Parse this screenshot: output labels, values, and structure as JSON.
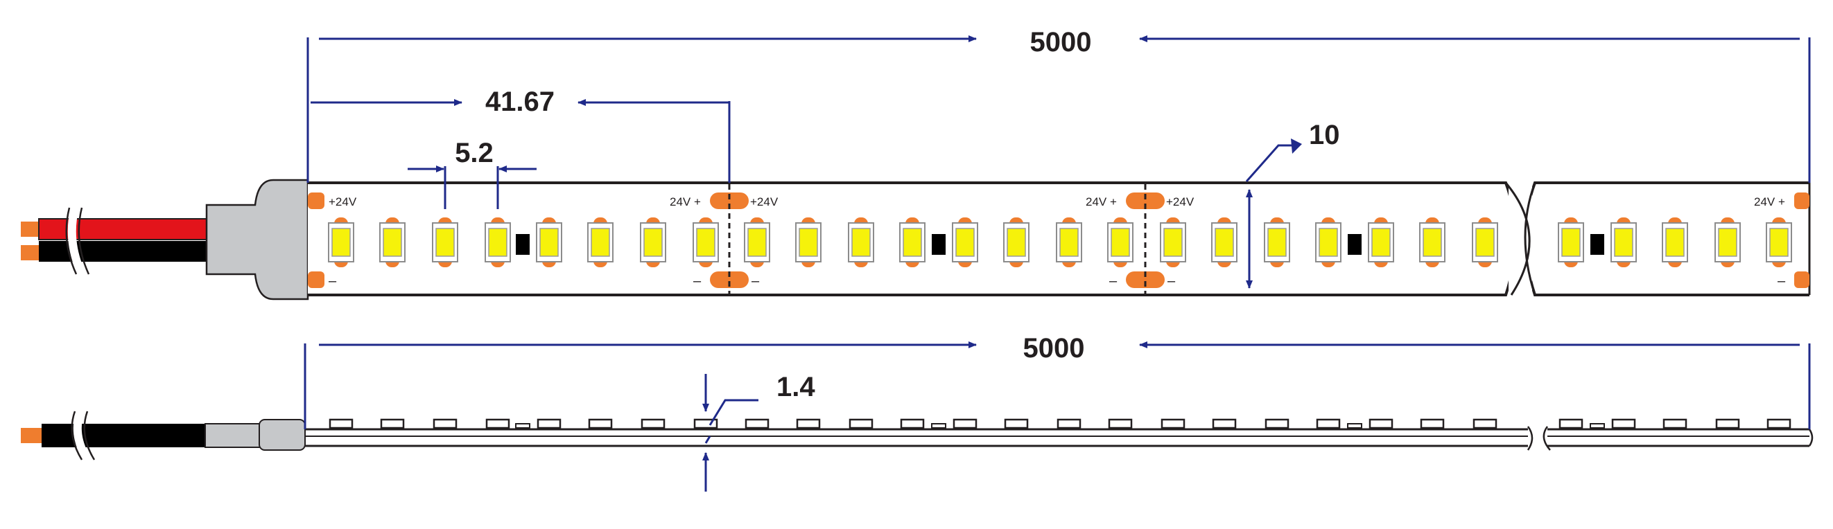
{
  "dimensions": {
    "total_length": "5000",
    "cut_length": "41.67",
    "led_spacing": "5.2",
    "width": "10",
    "thickness": "1.4",
    "side_total_length": "5000"
  },
  "pad_labels": {
    "start_positive": "+24V",
    "start_negative": "–",
    "cut_left_positive": "24V +",
    "cut_right_positive": "+24V",
    "cut_left_negative": "–",
    "cut_right_negative": "–",
    "end_positive": "24V +",
    "end_negative": "–"
  },
  "colors": {
    "dimension_arrow": "#1f2a8a",
    "led_body": "#f6f20a",
    "led_pad": "#ef7d2e",
    "copper": "#ef7d2e",
    "wire_red": "#e3141b",
    "wire_black": "#000000",
    "connector": "#c6c8ca",
    "outline": "#231f20"
  }
}
